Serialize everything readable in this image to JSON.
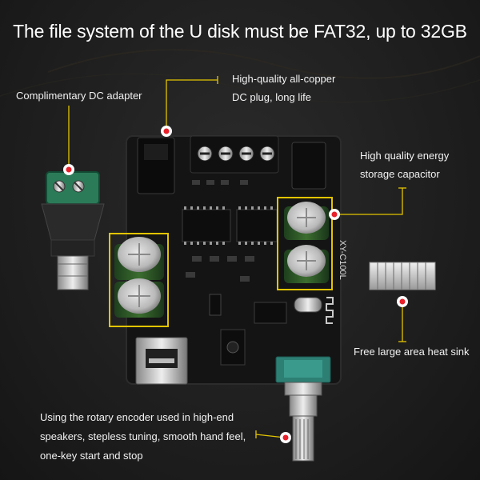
{
  "headline": "The file system of the U disk must be FAT32, up to 32GB",
  "callouts": {
    "dc_adapter": "Complimentary DC adapter",
    "copper_plug_line1": "High-quality all-copper",
    "copper_plug_line2": "DC plug, long life",
    "capacitor_line1": "High quality energy",
    "capacitor_line2": "storage capacitor",
    "heat_sink": "Free large area heat sink",
    "encoder_line1": "Using the rotary encoder used in high-end",
    "encoder_line2": "speakers, stepless tuning, smooth hand feel,",
    "encoder_line3": "one-key start and stop"
  },
  "board_marking": "XY-C100L",
  "colors": {
    "callout_line": "#e3c400",
    "marker": "#e8202a",
    "highlight_box": "#e3c400",
    "pcb": "#141414",
    "terminal": "#2d7f74"
  }
}
